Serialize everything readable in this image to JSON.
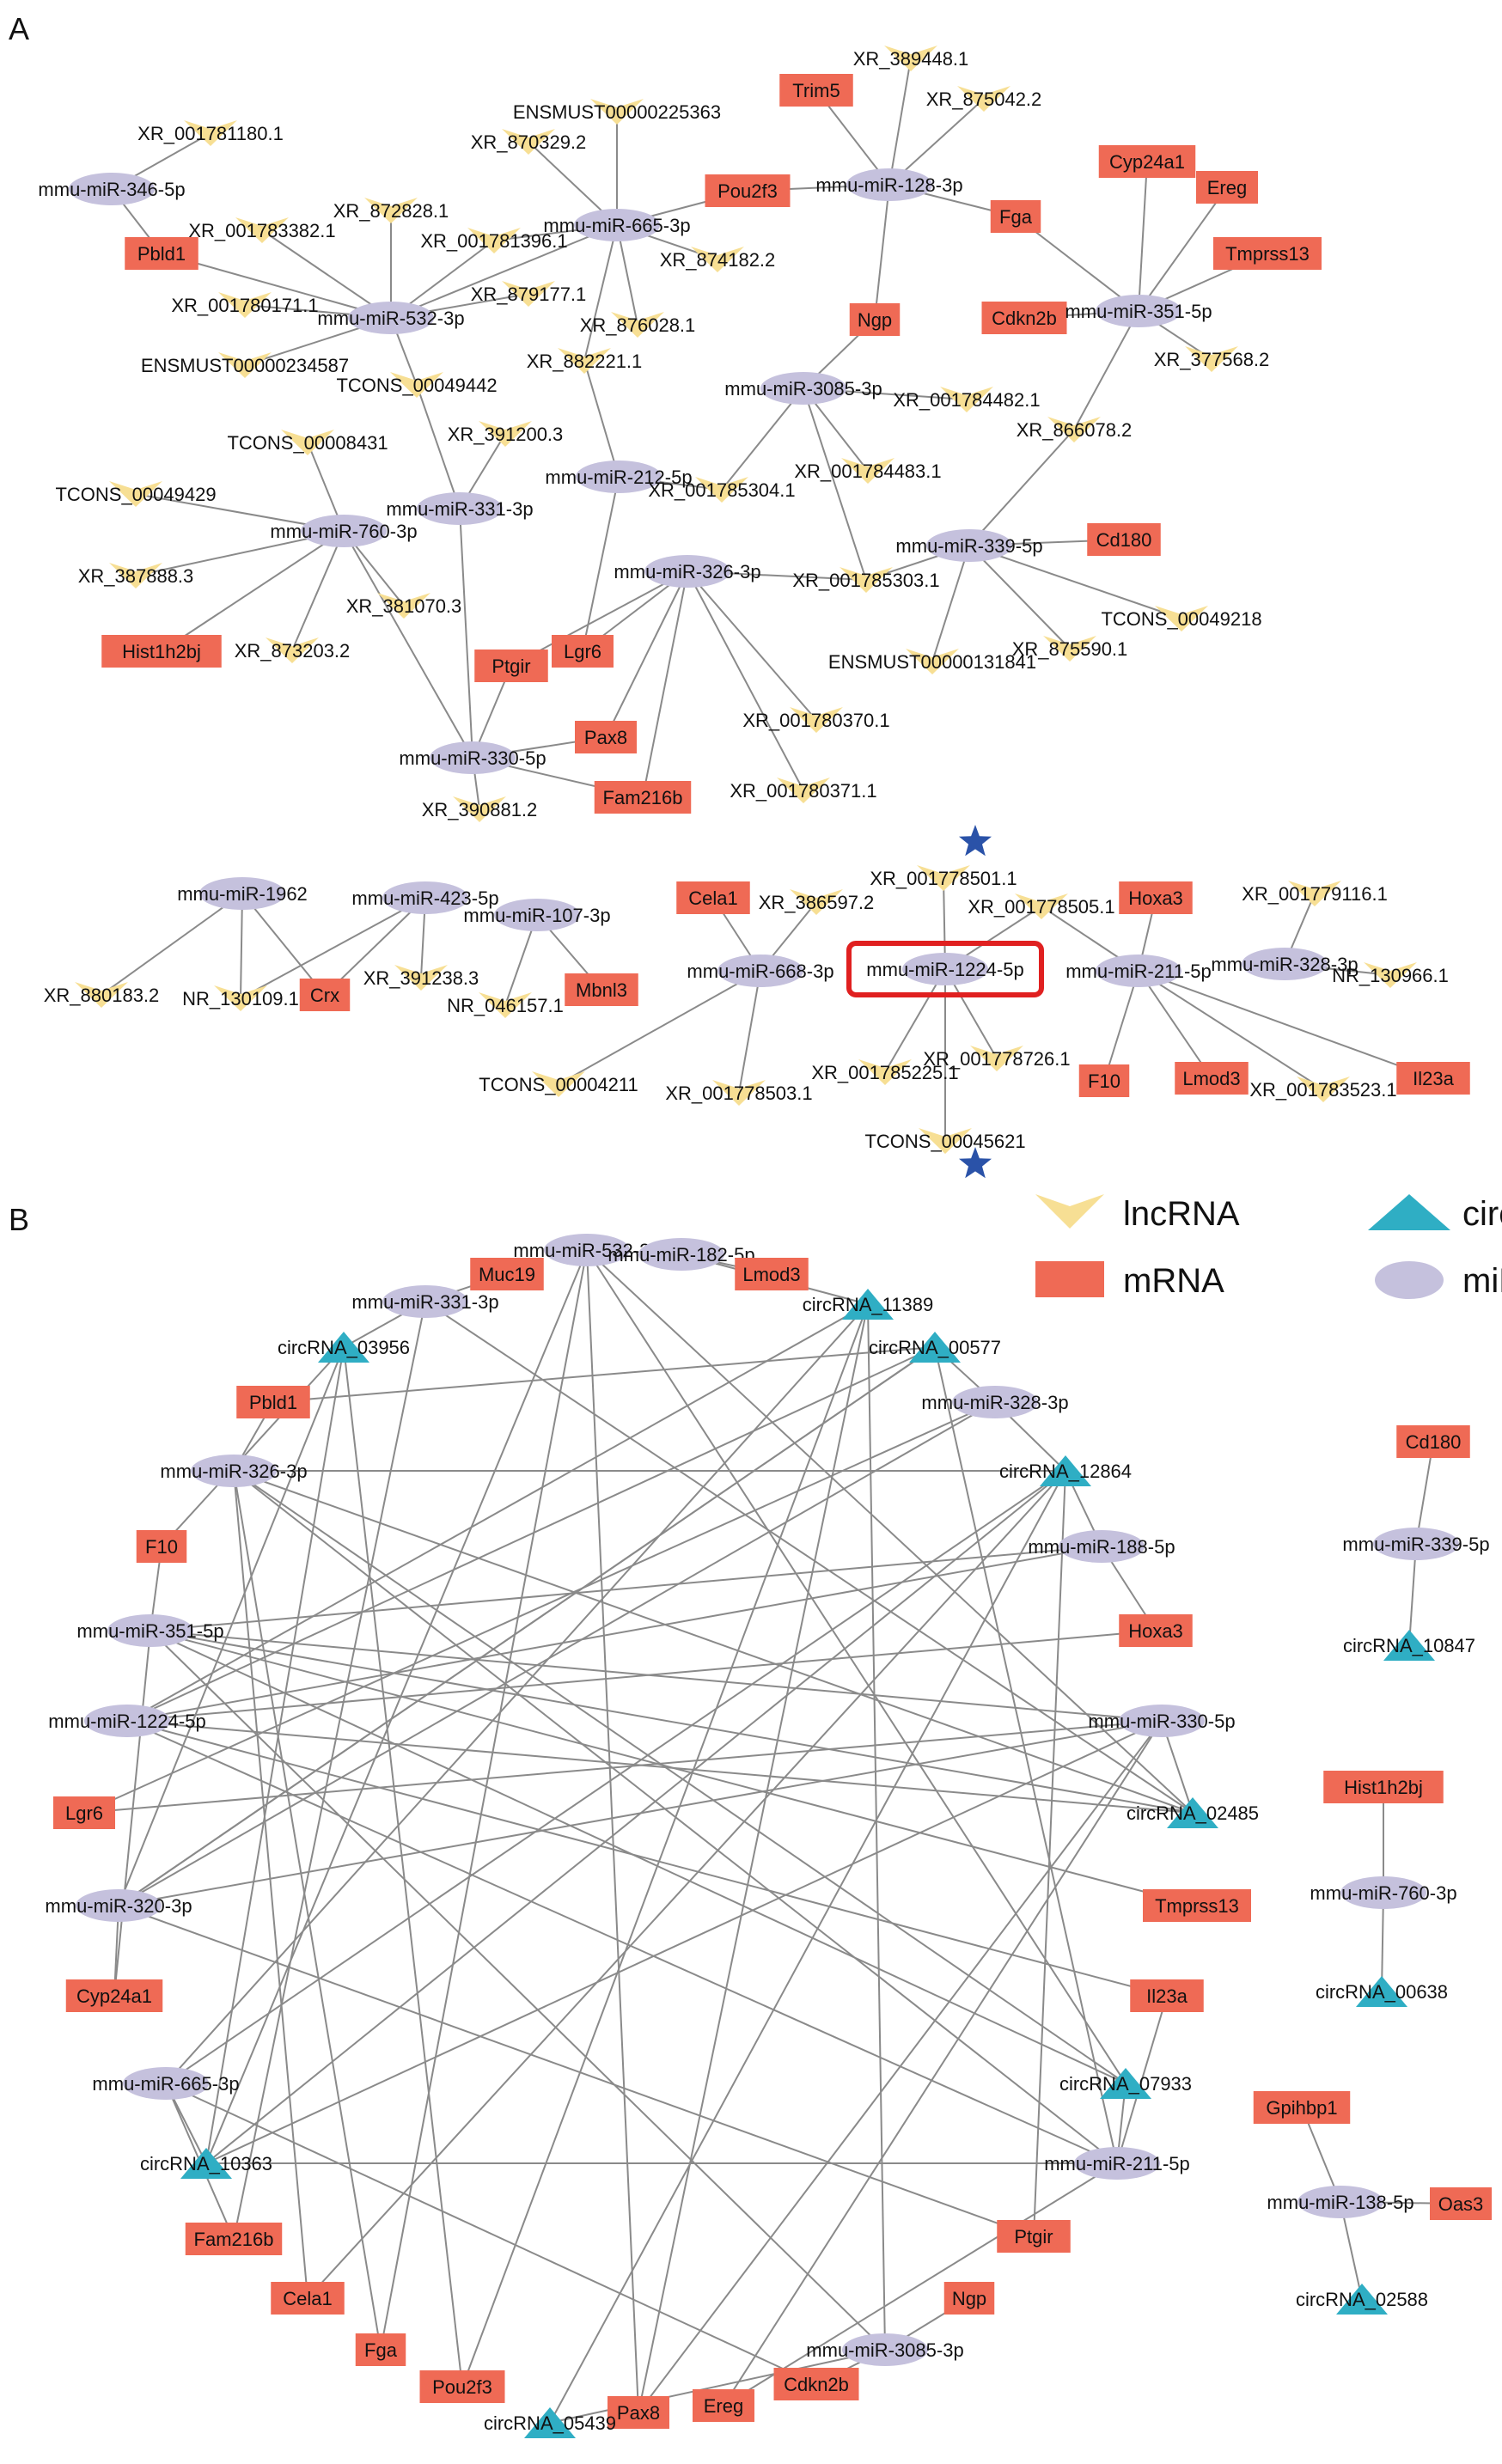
{
  "panel_labels": {
    "a": "A",
    "b": "B"
  },
  "colors": {
    "mirna": "#c5c1dd",
    "mrna": "#ef6a55",
    "lncrna": "#f7df94",
    "circrna": "#2faec4",
    "edge": "#8a8a8a",
    "highlight": "#e02020",
    "star": "#2a52a8"
  },
  "legend": [
    {
      "type": "lncrna",
      "label": "lncRNA"
    },
    {
      "type": "circrna",
      "label": "circRNA"
    },
    {
      "type": "mrna",
      "label": "mRNA"
    },
    {
      "type": "mirna",
      "label": "miRNA"
    }
  ],
  "nodesA": [
    {
      "id": "a1",
      "label": "mmu-miR-346-5p",
      "type": "mirna"
    },
    {
      "id": "a2",
      "label": "XR_001781180.1",
      "type": "lncrna"
    },
    {
      "id": "a3",
      "label": "Pbld1",
      "type": "mrna"
    },
    {
      "id": "a4",
      "label": "XR_001783382.1",
      "type": "lncrna"
    },
    {
      "id": "a5",
      "label": "XR_872828.1",
      "type": "lncrna"
    },
    {
      "id": "a6",
      "label": "XR_001781396.1",
      "type": "lncrna"
    },
    {
      "id": "a7",
      "label": "XR_001780171.1",
      "type": "lncrna"
    },
    {
      "id": "a8",
      "label": "mmu-miR-532-3p",
      "type": "mirna"
    },
    {
      "id": "a9",
      "label": "XR_879177.1",
      "type": "lncrna"
    },
    {
      "id": "a10",
      "label": "ENSMUST00000234587",
      "type": "lncrna"
    },
    {
      "id": "a11",
      "label": "TCONS_00049442",
      "type": "lncrna"
    },
    {
      "id": "a12",
      "label": "XR_882221.1",
      "type": "lncrna"
    },
    {
      "id": "a13",
      "label": "ENSMUST00000225363",
      "type": "lncrna"
    },
    {
      "id": "a14",
      "label": "XR_870329.2",
      "type": "lncrna"
    },
    {
      "id": "a15",
      "label": "mmu-miR-665-3p",
      "type": "mirna"
    },
    {
      "id": "a16",
      "label": "XR_874182.2",
      "type": "lncrna"
    },
    {
      "id": "a17",
      "label": "XR_876028.1",
      "type": "lncrna"
    },
    {
      "id": "a18",
      "label": "Pou2f3",
      "type": "mrna"
    },
    {
      "id": "a19",
      "label": "XR_389448.1",
      "type": "lncrna"
    },
    {
      "id": "a20",
      "label": "Trim5",
      "type": "mrna"
    },
    {
      "id": "a21",
      "label": "XR_875042.2",
      "type": "lncrna"
    },
    {
      "id": "a22",
      "label": "mmu-miR-128-3p",
      "type": "mirna"
    },
    {
      "id": "a23",
      "label": "Fga",
      "type": "mrna"
    },
    {
      "id": "a24",
      "label": "Ngp",
      "type": "mrna"
    },
    {
      "id": "a25",
      "label": "Cyp24a1",
      "type": "mrna"
    },
    {
      "id": "a26",
      "label": "Ereg",
      "type": "mrna"
    },
    {
      "id": "a27",
      "label": "Tmprss13",
      "type": "mrna"
    },
    {
      "id": "a28",
      "label": "Cdkn2b",
      "type": "mrna"
    },
    {
      "id": "a29",
      "label": "mmu-miR-351-5p",
      "type": "mirna"
    },
    {
      "id": "a30",
      "label": "XR_377568.2",
      "type": "lncrna"
    },
    {
      "id": "a31",
      "label": "mmu-miR-3085-3p",
      "type": "mirna"
    },
    {
      "id": "a32",
      "label": "XR_001784482.1",
      "type": "lncrna"
    },
    {
      "id": "a33",
      "label": "XR_866078.2",
      "type": "lncrna"
    },
    {
      "id": "a34",
      "label": "TCONS_00008431",
      "type": "lncrna"
    },
    {
      "id": "a35",
      "label": "XR_391200.3",
      "type": "lncrna"
    },
    {
      "id": "a36",
      "label": "mmu-miR-212-5p",
      "type": "mirna"
    },
    {
      "id": "a37",
      "label": "XR_001784483.1",
      "type": "lncrna"
    },
    {
      "id": "a38",
      "label": "XR_001785304.1",
      "type": "lncrna"
    },
    {
      "id": "a39",
      "label": "TCONS_00049429",
      "type": "lncrna"
    },
    {
      "id": "a40",
      "label": "mmu-miR-760-3p",
      "type": "mirna"
    },
    {
      "id": "a41",
      "label": "mmu-miR-331-3p",
      "type": "mirna"
    },
    {
      "id": "a42",
      "label": "mmu-miR-339-5p",
      "type": "mirna"
    },
    {
      "id": "a43",
      "label": "Cd180",
      "type": "mrna"
    },
    {
      "id": "a44",
      "label": "XR_387888.3",
      "type": "lncrna"
    },
    {
      "id": "a45",
      "label": "mmu-miR-326-3p",
      "type": "mirna"
    },
    {
      "id": "a46",
      "label": "XR_001785303.1",
      "type": "lncrna"
    },
    {
      "id": "a47",
      "label": "XR_381070.3",
      "type": "lncrna"
    },
    {
      "id": "a48",
      "label": "TCONS_00049218",
      "type": "lncrna"
    },
    {
      "id": "a49",
      "label": "Hist1h2bj",
      "type": "mrna"
    },
    {
      "id": "a50",
      "label": "XR_873203.2",
      "type": "lncrna"
    },
    {
      "id": "a51",
      "label": "Lgr6",
      "type": "mrna"
    },
    {
      "id": "a52",
      "label": "Ptgir",
      "type": "mrna"
    },
    {
      "id": "a53",
      "label": "XR_875590.1",
      "type": "lncrna"
    },
    {
      "id": "a54",
      "label": "ENSMUST00000131841",
      "type": "lncrna"
    },
    {
      "id": "a55",
      "label": "XR_001780370.1",
      "type": "lncrna"
    },
    {
      "id": "a56",
      "label": "Pax8",
      "type": "mrna"
    },
    {
      "id": "a57",
      "label": "mmu-miR-330-5p",
      "type": "mirna"
    },
    {
      "id": "a58",
      "label": "Fam216b",
      "type": "mrna"
    },
    {
      "id": "a59",
      "label": "XR_001780371.1",
      "type": "lncrna"
    },
    {
      "id": "a60",
      "label": "XR_390881.2",
      "type": "lncrna"
    },
    {
      "id": "b1",
      "label": "mmu-miR-1962",
      "type": "mirna"
    },
    {
      "id": "b2",
      "label": "mmu-miR-423-5p",
      "type": "mirna"
    },
    {
      "id": "b3",
      "label": "mmu-miR-107-3p",
      "type": "mirna"
    },
    {
      "id": "b4",
      "label": "XR_880183.2",
      "type": "lncrna"
    },
    {
      "id": "b5",
      "label": "NR_130109.1",
      "type": "lncrna"
    },
    {
      "id": "b6",
      "label": "Crx",
      "type": "mrna"
    },
    {
      "id": "b7",
      "label": "XR_391238.3",
      "type": "lncrna"
    },
    {
      "id": "b8",
      "label": "NR_046157.1",
      "type": "lncrna"
    },
    {
      "id": "b9",
      "label": "Mbnl3",
      "type": "mrna"
    },
    {
      "id": "b10",
      "label": "Cela1",
      "type": "mrna"
    },
    {
      "id": "b11",
      "label": "XR_386597.2",
      "type": "lncrna"
    },
    {
      "id": "b12",
      "label": "XR_001778501.1",
      "type": "lncrna"
    },
    {
      "id": "b13",
      "label": "XR_001778505.1",
      "type": "lncrna"
    },
    {
      "id": "b14",
      "label": "Hoxa3",
      "type": "mrna"
    },
    {
      "id": "b15",
      "label": "XR_001779116.1",
      "type": "lncrna"
    },
    {
      "id": "b16",
      "label": "mmu-miR-328-3p",
      "type": "mirna"
    },
    {
      "id": "b17",
      "label": "NR_130966.1",
      "type": "lncrna"
    },
    {
      "id": "b18",
      "label": "mmu-miR-668-3p",
      "type": "mirna"
    },
    {
      "id": "b19",
      "label": "mmu-miR-1224-5p",
      "type": "mirna"
    },
    {
      "id": "b20",
      "label": "mmu-miR-211-5p",
      "type": "mirna"
    },
    {
      "id": "b21",
      "label": "TCONS_00004211",
      "type": "lncrna"
    },
    {
      "id": "b22",
      "label": "XR_001778503.1",
      "type": "lncrna"
    },
    {
      "id": "b23",
      "label": "XR_001785225.1",
      "type": "lncrna"
    },
    {
      "id": "b24",
      "label": "XR_001778726.1",
      "type": "lncrna"
    },
    {
      "id": "b25",
      "label": "F10",
      "type": "mrna"
    },
    {
      "id": "b26",
      "label": "Lmod3",
      "type": "mrna"
    },
    {
      "id": "b27",
      "label": "XR_001783523.1",
      "type": "lncrna"
    },
    {
      "id": "b28",
      "label": "Il23a",
      "type": "mrna"
    },
    {
      "id": "b29",
      "label": "TCONS_00045621",
      "type": "lncrna"
    }
  ],
  "edgesA": [
    [
      "a1",
      "a2"
    ],
    [
      "a1",
      "a3"
    ],
    [
      "a8",
      "a3"
    ],
    [
      "a8",
      "a4"
    ],
    [
      "a8",
      "a5"
    ],
    [
      "a8",
      "a6"
    ],
    [
      "a8",
      "a7"
    ],
    [
      "a8",
      "a9"
    ],
    [
      "a8",
      "a10"
    ],
    [
      "a8",
      "a11"
    ],
    [
      "a15",
      "a13"
    ],
    [
      "a15",
      "a14"
    ],
    [
      "a15",
      "a16"
    ],
    [
      "a15",
      "a17"
    ],
    [
      "a15",
      "a18"
    ],
    [
      "a15",
      "a12"
    ],
    [
      "a15",
      "a6"
    ],
    [
      "a15",
      "a8"
    ],
    [
      "a22",
      "a19"
    ],
    [
      "a22",
      "a20"
    ],
    [
      "a22",
      "a21"
    ],
    [
      "a22",
      "a18"
    ],
    [
      "a22",
      "a23"
    ],
    [
      "a22",
      "a24"
    ],
    [
      "a29",
      "a25"
    ],
    [
      "a29",
      "a26"
    ],
    [
      "a29",
      "a27"
    ],
    [
      "a29",
      "a28"
    ],
    [
      "a29",
      "a30"
    ],
    [
      "a29",
      "a23"
    ],
    [
      "a29",
      "a33"
    ],
    [
      "a31",
      "a24"
    ],
    [
      "a31",
      "a32"
    ],
    [
      "a31",
      "a37"
    ],
    [
      "a31",
      "a38"
    ],
    [
      "a31",
      "a46"
    ],
    [
      "a36",
      "a12"
    ],
    [
      "a36",
      "a38"
    ],
    [
      "a36",
      "a51"
    ],
    [
      "a41",
      "a35"
    ],
    [
      "a41",
      "a11"
    ],
    [
      "a41",
      "a57"
    ],
    [
      "a40",
      "a34"
    ],
    [
      "a40",
      "a39"
    ],
    [
      "a40",
      "a44"
    ],
    [
      "a40",
      "a47"
    ],
    [
      "a40",
      "a49"
    ],
    [
      "a40",
      "a50"
    ],
    [
      "a40",
      "a57"
    ],
    [
      "a42",
      "a33"
    ],
    [
      "a42",
      "a43"
    ],
    [
      "a42",
      "a46"
    ],
    [
      "a42",
      "a48"
    ],
    [
      "a42",
      "a53"
    ],
    [
      "a42",
      "a54"
    ],
    [
      "a45",
      "a51"
    ],
    [
      "a45",
      "a52"
    ],
    [
      "a45",
      "a46"
    ],
    [
      "a45",
      "a55"
    ],
    [
      "a45",
      "a56"
    ],
    [
      "a45",
      "a58"
    ],
    [
      "a45",
      "a59"
    ],
    [
      "a57",
      "a52"
    ],
    [
      "a57",
      "a56"
    ],
    [
      "a57",
      "a58"
    ],
    [
      "a57",
      "a60"
    ],
    [
      "b1",
      "b4"
    ],
    [
      "b1",
      "b5"
    ],
    [
      "b1",
      "b6"
    ],
    [
      "b2",
      "b6"
    ],
    [
      "b2",
      "b5"
    ],
    [
      "b2",
      "b7"
    ],
    [
      "b3",
      "b8"
    ],
    [
      "b3",
      "b9"
    ],
    [
      "b18",
      "b10"
    ],
    [
      "b18",
      "b21"
    ],
    [
      "b18",
      "b22"
    ],
    [
      "b18",
      "b11"
    ],
    [
      "b19",
      "b12"
    ],
    [
      "b19",
      "b13"
    ],
    [
      "b19",
      "b23"
    ],
    [
      "b19",
      "b24"
    ],
    [
      "b19",
      "b29"
    ],
    [
      "b20",
      "b14"
    ],
    [
      "b20",
      "b25"
    ],
    [
      "b20",
      "b26"
    ],
    [
      "b20",
      "b27"
    ],
    [
      "b20",
      "b28"
    ],
    [
      "b20",
      "b13"
    ],
    [
      "b16",
      "b15"
    ],
    [
      "b16",
      "b17"
    ]
  ],
  "highlight_node": "mmu-miR-1224-5p",
  "nodesB": [
    {
      "id": "c1",
      "label": "mmu-miR-532-3p",
      "type": "mirna"
    },
    {
      "id": "c2",
      "label": "mmu-miR-182-5p",
      "type": "mirna"
    },
    {
      "id": "c3",
      "label": "Muc19",
      "type": "mrna"
    },
    {
      "id": "c4",
      "label": "Lmod3",
      "type": "mrna"
    },
    {
      "id": "c5",
      "label": "mmu-miR-331-3p",
      "type": "mirna"
    },
    {
      "id": "c6",
      "label": "circRNA_11389",
      "type": "circrna"
    },
    {
      "id": "c7",
      "label": "circRNA_03956",
      "type": "circrna"
    },
    {
      "id": "c8",
      "label": "circRNA_00577",
      "type": "circrna"
    },
    {
      "id": "c9",
      "label": "Pbld1",
      "type": "mrna"
    },
    {
      "id": "c10",
      "label": "mmu-miR-328-3p",
      "type": "mirna"
    },
    {
      "id": "c11",
      "label": "mmu-miR-326-3p",
      "type": "mirna"
    },
    {
      "id": "c12",
      "label": "circRNA_12864",
      "type": "circrna"
    },
    {
      "id": "c13",
      "label": "F10",
      "type": "mrna"
    },
    {
      "id": "c14",
      "label": "mmu-miR-188-5p",
      "type": "mirna"
    },
    {
      "id": "c15",
      "label": "mmu-miR-351-5p",
      "type": "mirna"
    },
    {
      "id": "c16",
      "label": "Hoxa3",
      "type": "mrna"
    },
    {
      "id": "c17",
      "label": "mmu-miR-1224-5p",
      "type": "mirna"
    },
    {
      "id": "c18",
      "label": "mmu-miR-330-5p",
      "type": "mirna"
    },
    {
      "id": "c19",
      "label": "Lgr6",
      "type": "mrna"
    },
    {
      "id": "c20",
      "label": "circRNA_02485",
      "type": "circrna"
    },
    {
      "id": "c21",
      "label": "mmu-miR-320-3p",
      "type": "mirna"
    },
    {
      "id": "c22",
      "label": "Tmprss13",
      "type": "mrna"
    },
    {
      "id": "c23",
      "label": "Cyp24a1",
      "type": "mrna"
    },
    {
      "id": "c24",
      "label": "Il23a",
      "type": "mrna"
    },
    {
      "id": "c25",
      "label": "mmu-miR-665-3p",
      "type": "mirna"
    },
    {
      "id": "c26",
      "label": "circRNA_07933",
      "type": "circrna"
    },
    {
      "id": "c27",
      "label": "circRNA_10363",
      "type": "circrna"
    },
    {
      "id": "c28",
      "label": "mmu-miR-211-5p",
      "type": "mirna"
    },
    {
      "id": "c29",
      "label": "Fam216b",
      "type": "mrna"
    },
    {
      "id": "c30",
      "label": "Ptgir",
      "type": "mrna"
    },
    {
      "id": "c31",
      "label": "Cela1",
      "type": "mrna"
    },
    {
      "id": "c32",
      "label": "Ngp",
      "type": "mrna"
    },
    {
      "id": "c33",
      "label": "Fga",
      "type": "mrna"
    },
    {
      "id": "c34",
      "label": "mmu-miR-3085-3p",
      "type": "mirna"
    },
    {
      "id": "c35",
      "label": "Pou2f3",
      "type": "mrna"
    },
    {
      "id": "c36",
      "label": "Cdkn2b",
      "type": "mrna"
    },
    {
      "id": "c37",
      "label": "Pax8",
      "type": "mrna"
    },
    {
      "id": "c38",
      "label": "Ereg",
      "type": "mrna"
    },
    {
      "id": "c39",
      "label": "circRNA_05439",
      "type": "circrna"
    },
    {
      "id": "d1",
      "label": "Cd180",
      "type": "mrna"
    },
    {
      "id": "d2",
      "label": "mmu-miR-339-5p",
      "type": "mirna"
    },
    {
      "id": "d3",
      "label": "circRNA_10847",
      "type": "circrna"
    },
    {
      "id": "d4",
      "label": "Hist1h2bj",
      "type": "mrna"
    },
    {
      "id": "d5",
      "label": "mmu-miR-760-3p",
      "type": "mirna"
    },
    {
      "id": "d6",
      "label": "circRNA_00638",
      "type": "circrna"
    },
    {
      "id": "d7",
      "label": "Gpihbp1",
      "type": "mrna"
    },
    {
      "id": "d8",
      "label": "mmu-miR-138-5p",
      "type": "mirna"
    },
    {
      "id": "d9",
      "label": "Oas3",
      "type": "mrna"
    },
    {
      "id": "d10",
      "label": "circRNA_02588",
      "type": "circrna"
    }
  ],
  "edgesB": [
    [
      "c1",
      "c20"
    ],
    [
      "c1",
      "c26"
    ],
    [
      "c1",
      "c27"
    ],
    [
      "c1",
      "c37"
    ],
    [
      "c1",
      "c33"
    ],
    [
      "c2",
      "c4"
    ],
    [
      "c2",
      "c6"
    ],
    [
      "c5",
      "c7"
    ],
    [
      "c5",
      "c3"
    ],
    [
      "c5",
      "c20"
    ],
    [
      "c5",
      "c29"
    ],
    [
      "c10",
      "c8"
    ],
    [
      "c10",
      "c12"
    ],
    [
      "c10",
      "c21"
    ],
    [
      "c10",
      "c19"
    ],
    [
      "c11",
      "c9"
    ],
    [
      "c11",
      "c12"
    ],
    [
      "c11",
      "c20"
    ],
    [
      "c11",
      "c26"
    ],
    [
      "c11",
      "c33"
    ],
    [
      "c11",
      "c31"
    ],
    [
      "c14",
      "c12"
    ],
    [
      "c14",
      "c16"
    ],
    [
      "c14",
      "c15"
    ],
    [
      "c14",
      "c17"
    ],
    [
      "c15",
      "c13"
    ],
    [
      "c15",
      "c23"
    ],
    [
      "c15",
      "c18"
    ],
    [
      "c15",
      "c20"
    ],
    [
      "c15",
      "c22"
    ],
    [
      "c15",
      "c26"
    ],
    [
      "c17",
      "c8"
    ],
    [
      "c17",
      "c6"
    ],
    [
      "c17",
      "c20"
    ],
    [
      "c17",
      "c28"
    ],
    [
      "c17",
      "c16"
    ],
    [
      "c17",
      "c24"
    ],
    [
      "c18",
      "c19"
    ],
    [
      "c18",
      "c20"
    ],
    [
      "c18",
      "c27"
    ],
    [
      "c18",
      "c37"
    ],
    [
      "c18",
      "c38"
    ],
    [
      "c18",
      "c21"
    ],
    [
      "c21",
      "c7"
    ],
    [
      "c21",
      "c23"
    ],
    [
      "c21",
      "c8"
    ],
    [
      "c21",
      "c30"
    ],
    [
      "c25",
      "c27"
    ],
    [
      "c25",
      "c29"
    ],
    [
      "c25",
      "c6"
    ],
    [
      "c25",
      "c12"
    ],
    [
      "c25",
      "c36"
    ],
    [
      "c28",
      "c24"
    ],
    [
      "c28",
      "c26"
    ],
    [
      "c28",
      "c8"
    ],
    [
      "c28",
      "c11"
    ],
    [
      "c28",
      "c38"
    ],
    [
      "c28",
      "c27"
    ],
    [
      "c34",
      "c32"
    ],
    [
      "c34",
      "c39"
    ],
    [
      "c34",
      "c36"
    ],
    [
      "c34",
      "c15"
    ],
    [
      "c34",
      "c6"
    ],
    [
      "c7",
      "c27"
    ],
    [
      "c7",
      "c13"
    ],
    [
      "c7",
      "c35"
    ],
    [
      "c12",
      "c30"
    ],
    [
      "c12",
      "c27"
    ],
    [
      "c12",
      "c31"
    ],
    [
      "c6",
      "c35"
    ],
    [
      "c6",
      "c37"
    ],
    [
      "c8",
      "c9"
    ],
    [
      "c8",
      "c21"
    ],
    [
      "c39",
      "c12"
    ],
    [
      "d1",
      "d2"
    ],
    [
      "d2",
      "d3"
    ],
    [
      "d4",
      "d5"
    ],
    [
      "d5",
      "d6"
    ],
    [
      "d7",
      "d8"
    ],
    [
      "d8",
      "d9"
    ],
    [
      "d8",
      "d10"
    ]
  ]
}
